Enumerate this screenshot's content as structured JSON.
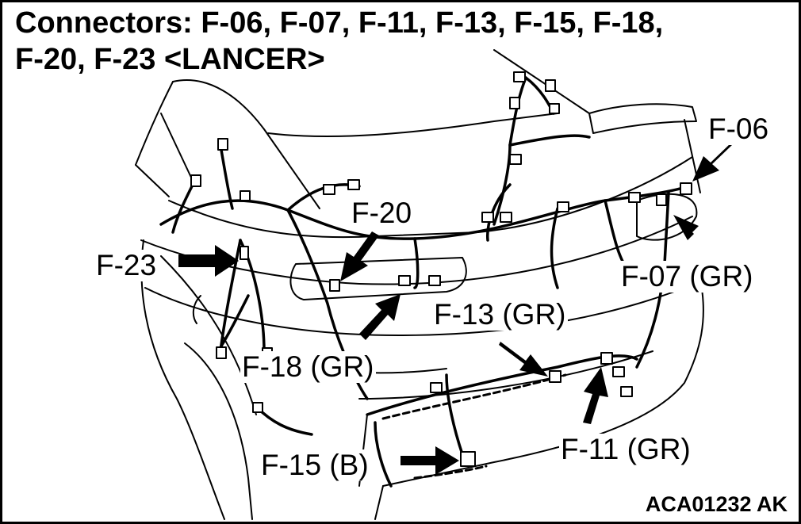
{
  "title": {
    "line1": "Connectors: F-06, F-07, F-11, F-13, F-15, F-18,",
    "line2": "F-20, F-23 <LANCER>"
  },
  "labels": {
    "f06": "F-06",
    "f07": "F-07 (GR)",
    "f11": "F-11 (GR)",
    "f13": "F-13 (GR)",
    "f15": "F-15 (B)",
    "f18": "F-18 (GR)",
    "f20": "F-20",
    "f23": "F-23"
  },
  "figure_code": "ACA01232 AK"
}
